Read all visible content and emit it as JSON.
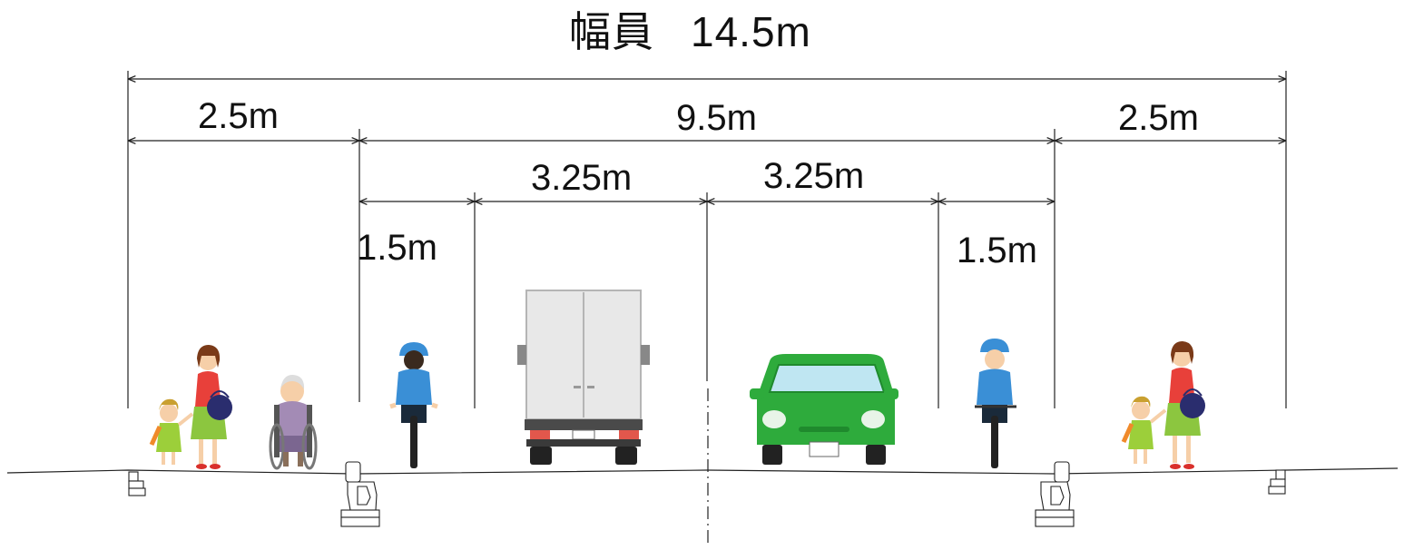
{
  "title": {
    "label": "幅員",
    "value": "14.5m"
  },
  "dimensions": {
    "sidewalk_left": "2.5m",
    "roadway": "9.5m",
    "sidewalk_right": "2.5m",
    "lane_left": "3.25m",
    "lane_right": "3.25m",
    "bike_left": "1.5m",
    "bike_right": "1.5m"
  },
  "figures": [
    "mother-and-child-left",
    "wheelchair-user",
    "cyclist-left",
    "truck",
    "car",
    "cyclist-right",
    "mother-and-child-right"
  ],
  "colors": {
    "car": "#2eab3c",
    "cyclist_shirt": "#3a8fd6",
    "mother_shirt": "#e8403a",
    "mother_skirt": "#8cc63f",
    "child_dress": "#9ccf3a",
    "line": "#222222"
  }
}
